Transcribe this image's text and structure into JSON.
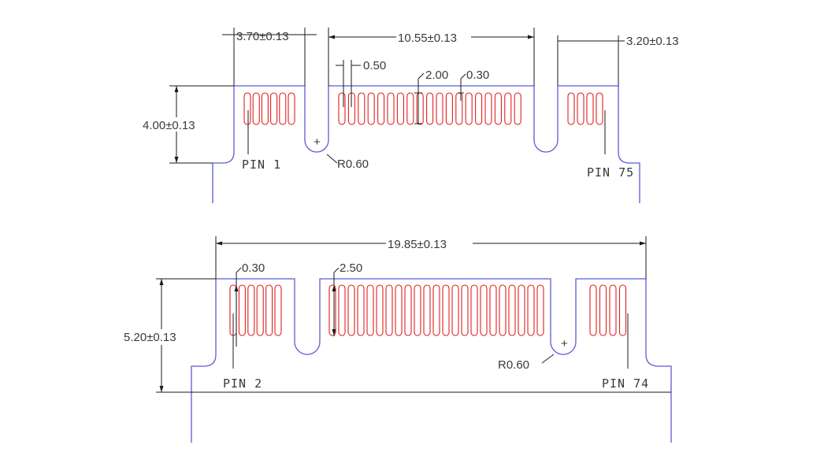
{
  "top_view": {
    "dim_section_a": "3.70±0.13",
    "dim_section_b": "10.55±0.13",
    "dim_section_c": "3.20±0.13",
    "dim_pitch": "0.50",
    "dim_pad_length": "2.00",
    "dim_pad_width": "0.30",
    "dim_height": "4.00±0.13",
    "dim_radius": "R0.60",
    "pin_first": "PIN 1",
    "pin_last": "PIN 75",
    "pad_counts": [
      6,
      19,
      4
    ]
  },
  "bottom_view": {
    "dim_total_width": "19.85±0.13",
    "dim_pad_width": "0.30",
    "dim_pad_length": "2.50",
    "dim_height": "5.20±0.13",
    "dim_radius": "R0.60",
    "pin_first": "PIN 2",
    "pin_last": "PIN 74",
    "pad_counts": [
      6,
      23,
      4
    ]
  },
  "colors": {
    "outline": "#5a5ad6",
    "pads": "#e02020",
    "dimensions": "#1a1a1a"
  }
}
